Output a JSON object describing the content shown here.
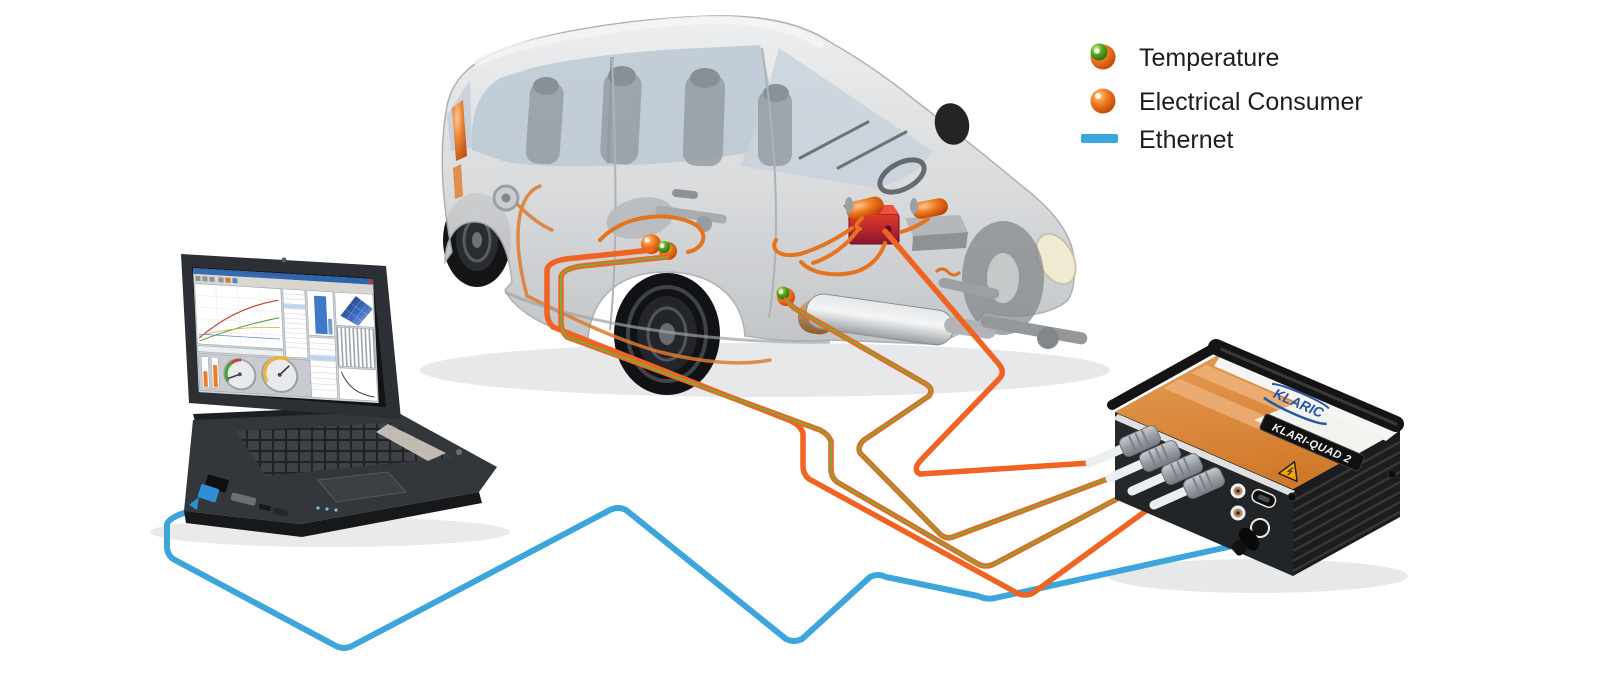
{
  "legend": {
    "text_color": "#1D1D1F",
    "items": [
      {
        "id": "temperature",
        "label": "Temperature",
        "marker": "sphere-green-orange",
        "color": "#55A01E",
        "accent": "#E4611A"
      },
      {
        "id": "electrical-consumer",
        "label": "Electrical Consumer",
        "marker": "sphere-orange",
        "color": "#E4611A"
      },
      {
        "id": "ethernet",
        "label": "Ethernet",
        "marker": "line-blue",
        "color": "#3BA5DC"
      }
    ]
  },
  "device": {
    "brand": "KLARIC",
    "model": "KLARI-QUAD 2",
    "channels": 4,
    "label_color": "#DB8434",
    "body_color": "#1C1C1E"
  },
  "cables": {
    "ethernet_color": "#3BA5DC",
    "consumer_color": "#F06322",
    "temperature_stripe_color": "#7FA83C"
  },
  "sensors": [
    {
      "type": "electrical-consumer",
      "location": "door-sill"
    },
    {
      "type": "temperature",
      "location": "door-sill"
    },
    {
      "type": "temperature",
      "location": "exhaust"
    }
  ]
}
